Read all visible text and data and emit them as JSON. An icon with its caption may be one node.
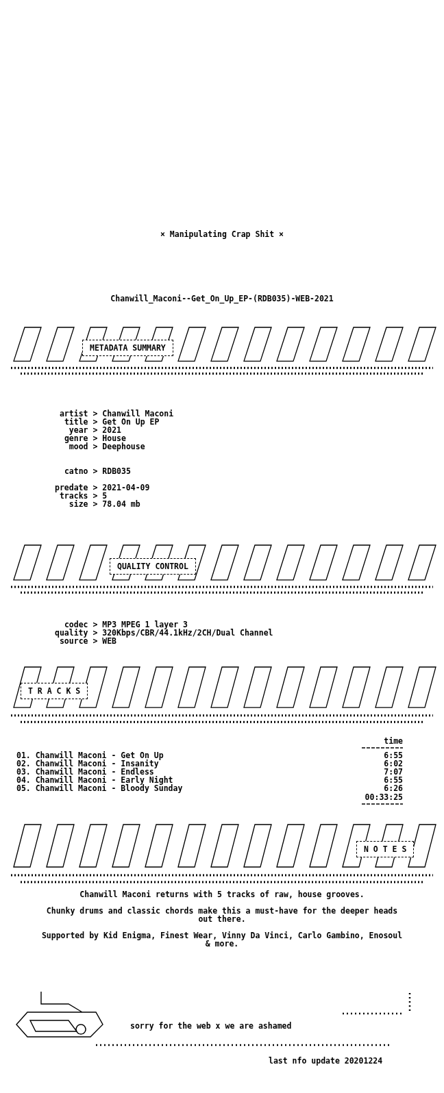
{
  "diagram": {
    "title": "Chanwill_Maconi--Get_On_Up_EP-(RDB035)-WEB-2021",
    "nodes": [
      {
        "text": [
          "METADATA SUMMARY"
        ]
      },
      {
        "text": [
          "QUALITY CONTROL"
        ]
      },
      {
        "text": [
          "T R A C K S"
        ]
      },
      {
        "text": [
          "N O T E S"
        ]
      }
    ],
    "labels": [
      "× Manipulating Crap Shit ×",
      "artist > Chanwill Maconi",
      "title > Get On Up EP",
      "year > 2021",
      "genre > House",
      "mood > Deephouse",
      "catno > RDB035",
      "predate > 2021-04-09",
      "tracks > 5",
      "size > 78.04 mb",
      "codec > MP3 MPEG 1 layer 3",
      "quality > 320Kbps/CBR/44.1kHz/2CH/Dual Channel",
      "source > WEB",
      "time",
      "01. Chanwill Maconi - Get On Up",
      "6:55",
      "02. Chanwill Maconi - Insanity",
      "6:02",
      "03. Chanwill Maconi - Endless",
      "7:07",
      "04. Chanwill Maconi - Early Night",
      "6:55",
      "05. Chanwill Maconi - Bloody Sunday",
      "6:26",
      "00:33:25",
      "Chanwill Maconi returns with 5 tracks of raw, house grooves.",
      "Chunky drums and classic chords make this a must-have for the deeper heads out there.",
      "Supported by Kid Enigma, Finest Wear, Vinny Da Vinci, Carlo Gambino, Enosoul & more.",
      "sorry for the web x we are ashamed",
      "last nfo update 20201224"
    ]
  }
}
